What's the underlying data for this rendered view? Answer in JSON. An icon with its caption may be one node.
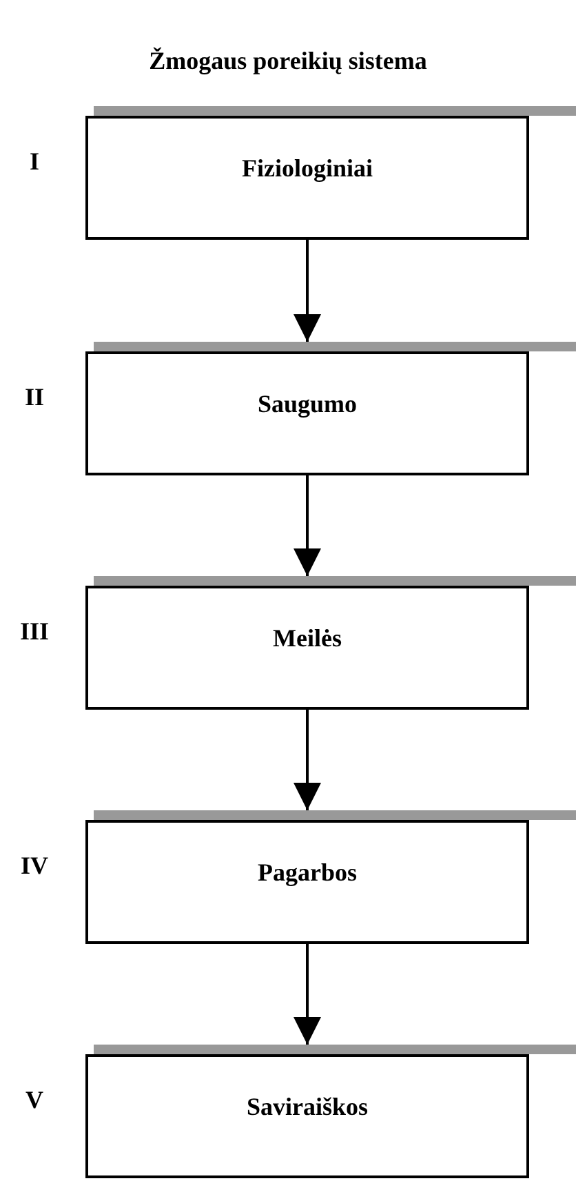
{
  "diagram": {
    "title": "Žmogaus poreikių sistema",
    "nodes": [
      {
        "text": [
          "Fiziologiniai"
        ],
        "beside": [
          "I"
        ]
      },
      {
        "text": [
          "Saugumo"
        ],
        "beside": [
          "II"
        ]
      },
      {
        "text": [
          "Meilės"
        ],
        "beside": [
          "III"
        ]
      },
      {
        "text": [
          "Pagarbos"
        ],
        "beside": [
          "IV"
        ]
      },
      {
        "text": [
          "Saviraiškos"
        ],
        "beside": [
          "V"
        ]
      }
    ],
    "edges": [
      {
        "from": 0,
        "to": 1,
        "arrow": "to"
      },
      {
        "from": 1,
        "to": 2,
        "arrow": "to"
      },
      {
        "from": 2,
        "to": 3,
        "arrow": "to"
      },
      {
        "from": 3,
        "to": 4,
        "arrow": "to"
      }
    ]
  }
}
